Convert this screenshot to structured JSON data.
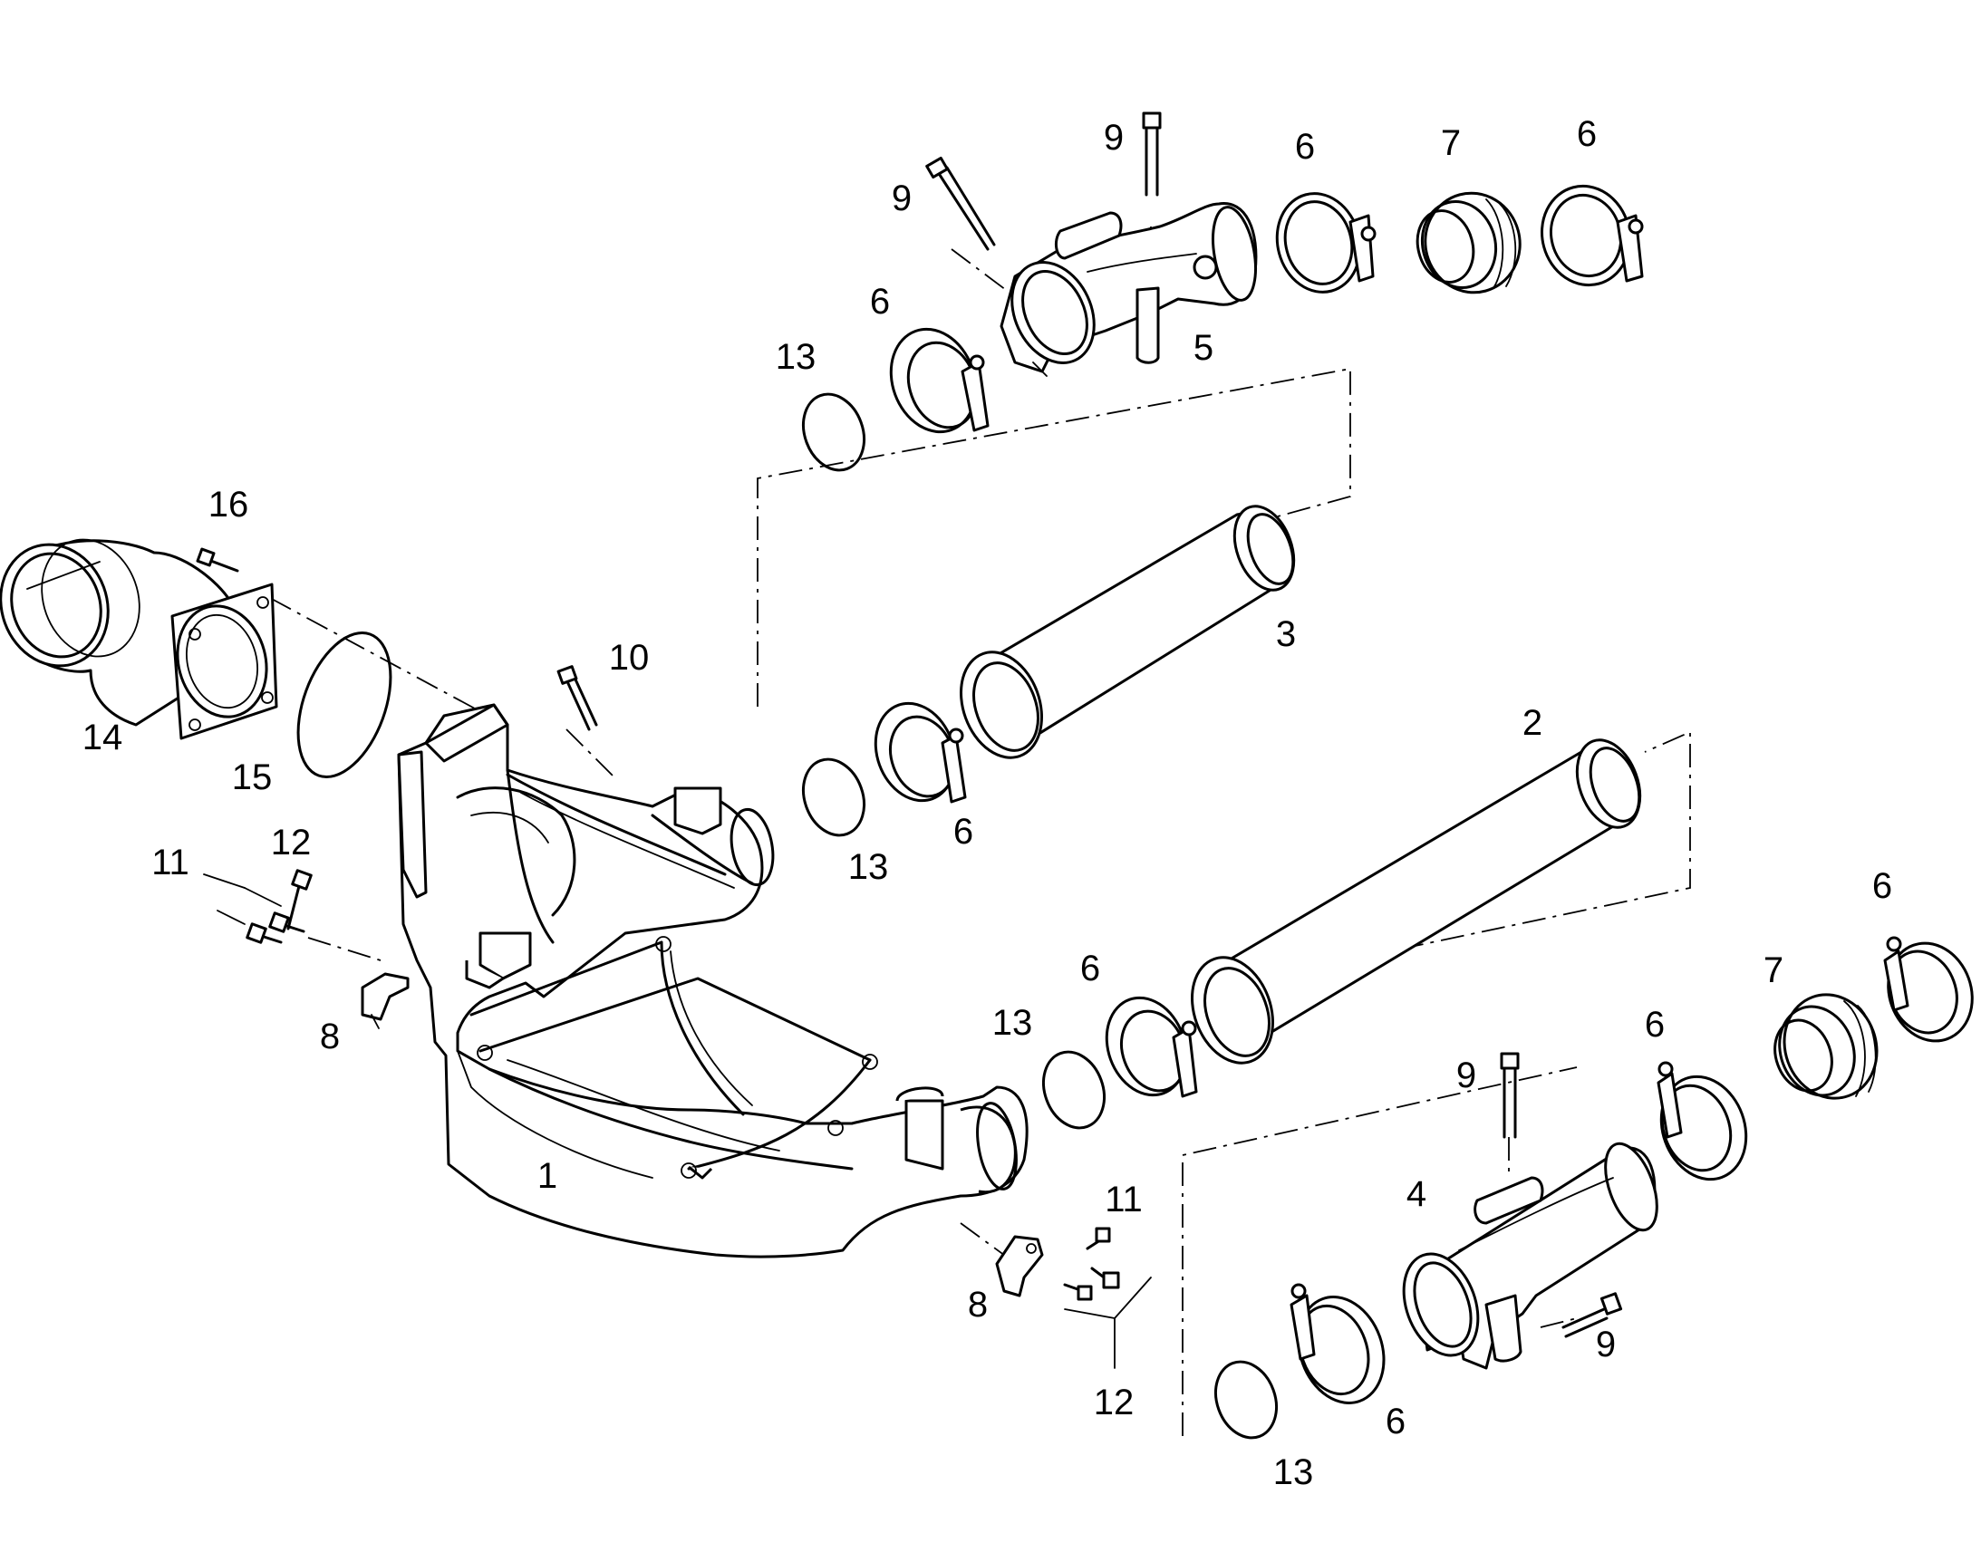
{
  "callouts": {
    "c1": "1",
    "c2": "2",
    "c3": "3",
    "c4": "4",
    "c5": "5",
    "c6a": "6",
    "c6b": "6",
    "c6c": "6",
    "c6d": "6",
    "c6e": "6",
    "c6f": "6",
    "c6g": "6",
    "c6h": "6",
    "c7a": "7",
    "c7b": "7",
    "c8a": "8",
    "c8b": "8",
    "c9a": "9",
    "c9b": "9",
    "c9c": "9",
    "c9d": "9",
    "c10": "10",
    "c11a": "11",
    "c11b": "11",
    "c12a": "12",
    "c12b": "12",
    "c13a": "13",
    "c13b": "13",
    "c13c": "13",
    "c13d": "13",
    "c14": "14",
    "c15": "15",
    "c16": "16"
  }
}
